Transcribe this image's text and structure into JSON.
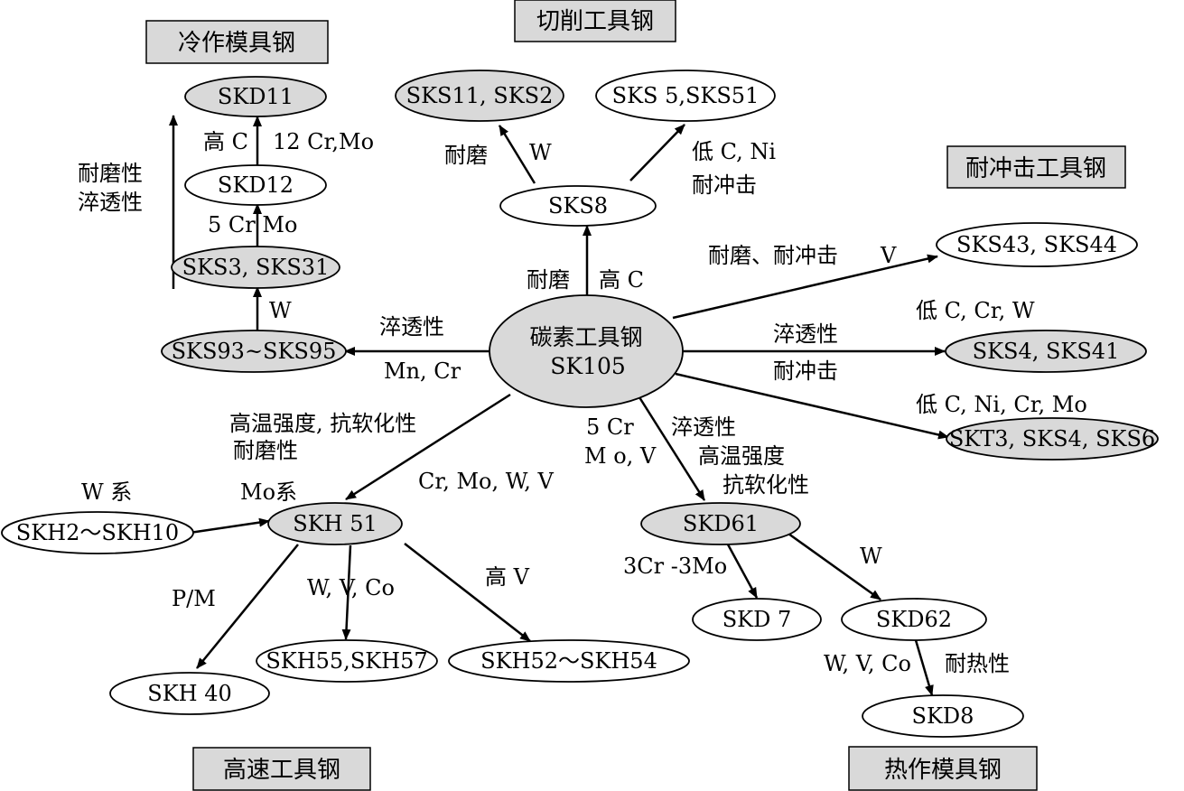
{
  "categories": {
    "cold_die": "冷作模具钢",
    "cutting": "切削工具钢",
    "impact": "耐冲击工具钢",
    "high_speed": "高速工具钢",
    "hot_die": "热作模具钢"
  },
  "nodes": {
    "center_line1": "碳素工具钢",
    "center_line2": "SK105",
    "skd11": "SKD11",
    "skd12": "SKD12",
    "sks3": "SKS3, SKS31",
    "sks93": "SKS93~SKS95",
    "sks11": "SKS11, SKS2",
    "sks5": "SKS 5,SKS51",
    "sks8": "SKS8",
    "sks43": "SKS43, SKS44",
    "sks4": "SKS4, SKS41",
    "skt3": "SKT3, SKS4, SKS6",
    "skh2": "SKH2～SKH10",
    "skh51": "SKH 51",
    "skh40": "SKH 40",
    "skh55": "SKH55,SKH57",
    "skh52": "SKH52～SKH54",
    "skd61": "SKD61",
    "skd7": "SKD 7",
    "skd62": "SKD62",
    "skd8": "SKD8"
  },
  "labels": {
    "wear_resist": "耐磨性",
    "hardenability": "淬透性",
    "high_c": "高 C",
    "cr12_mo": "12 Cr,Mo",
    "cr5_mo": "5 Cr  Mo",
    "w_cold": "W",
    "hardenability_left": "淬透性",
    "mn_cr": "Mn, Cr",
    "wear_sks8": "耐磨",
    "w_sks8": "W",
    "low_c_ni": "低 C,   Ni",
    "impact_resist": "耐冲击",
    "wear_center": "耐磨",
    "high_c_center": "高 C",
    "wear_impact": "耐磨、耐冲击",
    "v_right": "V",
    "low_c_cr_w": "低 C,  Cr, W",
    "hardenability_right": "淬透性",
    "impact_right": "耐冲击",
    "low_c_ni_cr_mo": "低 C, Ni, Cr, Mo",
    "hs_line1": "高温强度, 抗软化性",
    "hs_line2": "耐磨性",
    "cr_mo_w_v": "Cr, Mo, W, V",
    "w_series": "W 系",
    "mo_series": "Mo系",
    "pm": "P/M",
    "w_v_co": "W,   V, Co",
    "high_v": "高 V",
    "cr5": "5 Cr",
    "mo_v": "M o, V",
    "hot_line1": "淬透性",
    "hot_line2": "高温强度",
    "hot_line3": "抗软化性",
    "cr3_mo3": "3Cr -3Mo",
    "w_hot": "W",
    "w_v_co_hot": "W, V, Co",
    "heat_resist": "耐热性"
  },
  "colors": {
    "gray_fill": "#d9d9d9",
    "white_fill": "#ffffff",
    "stroke": "#000000"
  }
}
